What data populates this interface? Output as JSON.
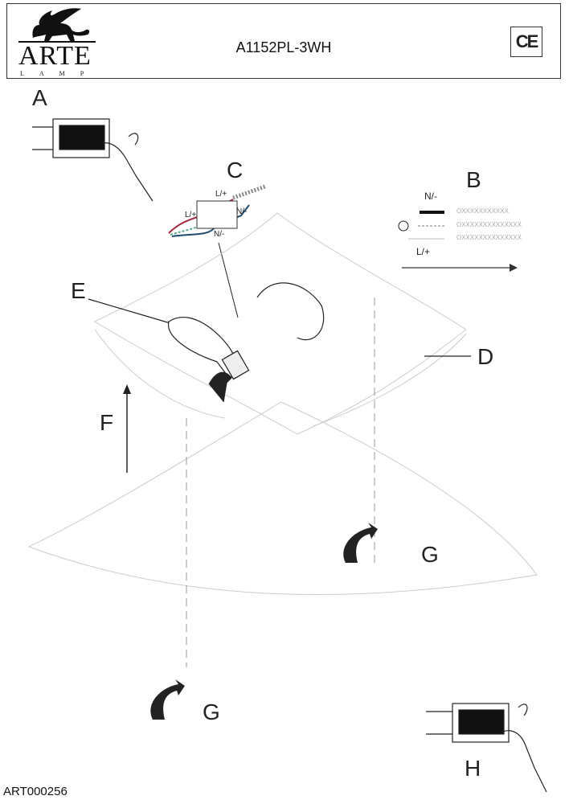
{
  "header": {
    "brand": "ARTE",
    "brand_sub": "LAMP",
    "model": "A1152PL-3WH",
    "certification_mark": "CE"
  },
  "steps": {
    "a": "A",
    "b": "B",
    "c": "C",
    "d": "D",
    "e": "E",
    "f": "F",
    "g1": "G",
    "g2": "G",
    "h": "H"
  },
  "wiring": {
    "neutral": "N/-",
    "live": "L/+",
    "c_live_1": "L/+",
    "c_live_2": "L/+",
    "c_neutral_1": "N/-",
    "c_neutral_2": "N/-",
    "strip_1": "OXXXXXXXXXXX",
    "strip_2": "OXXXXXXXXXXXXXX",
    "strip_3": "OXXXXXXXXXXXXXX"
  },
  "colors": {
    "live_wire": "#a0283c",
    "earth_wire": "#5aa88e",
    "neutral_wire": "#1e4a6e"
  },
  "footer": {
    "document_id": "ART000256"
  }
}
